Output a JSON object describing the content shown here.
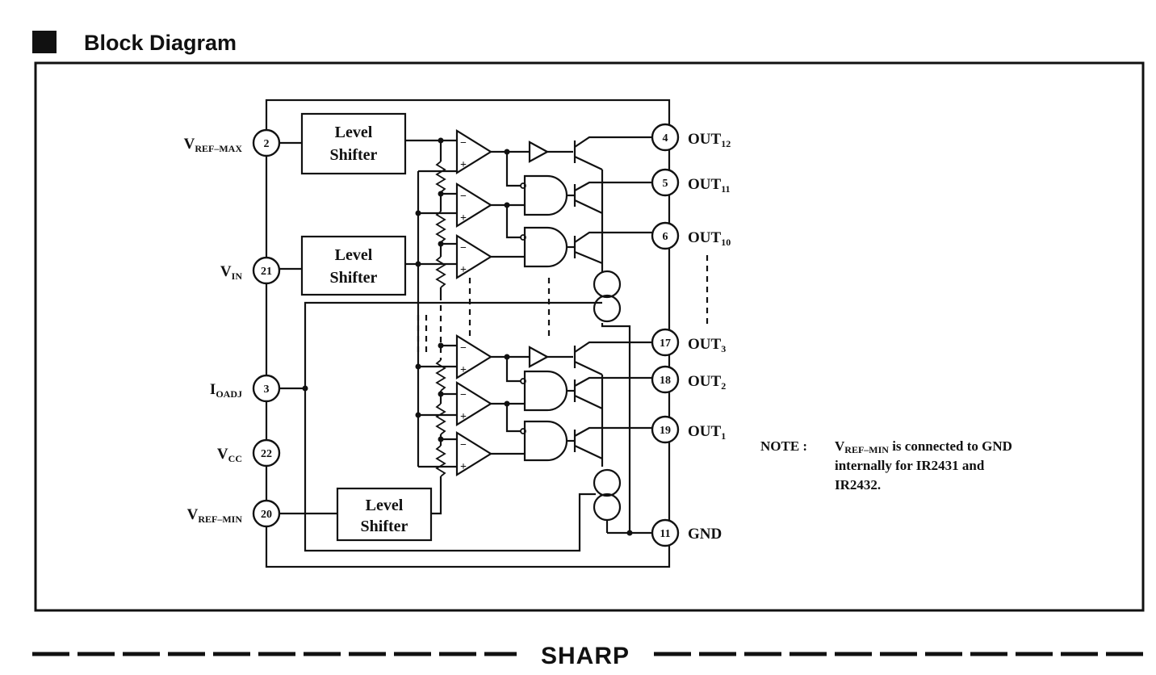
{
  "title": "Block Diagram",
  "pins": {
    "vref_max": {
      "num": "2",
      "name": "V",
      "sub": "REF–MAX"
    },
    "vin": {
      "num": "21",
      "name": "V",
      "sub": "IN"
    },
    "ioadj": {
      "num": "3",
      "name": "I",
      "sub": "OADJ"
    },
    "vcc": {
      "num": "22",
      "name": "V",
      "sub": "CC"
    },
    "vref_min": {
      "num": "20",
      "name": "V",
      "sub": "REF–MIN"
    },
    "out12": {
      "num": "4",
      "name": "OUT",
      "sub": "12"
    },
    "out11": {
      "num": "5",
      "name": "OUT",
      "sub": "11"
    },
    "out10": {
      "num": "6",
      "name": "OUT",
      "sub": "10"
    },
    "out3": {
      "num": "17",
      "name": "OUT",
      "sub": "3"
    },
    "out2": {
      "num": "18",
      "name": "OUT",
      "sub": "2"
    },
    "out1": {
      "num": "19",
      "name": "OUT",
      "sub": "1"
    },
    "gnd": {
      "num": "11",
      "name": "GND",
      "sub": ""
    }
  },
  "level_shifter": {
    "line1": "Level",
    "line2": "Shifter"
  },
  "note": {
    "label": "NOTE :",
    "line1_v": "V",
    "line1_sub": "REF–MIN",
    "line1_rest": " is connected to GND",
    "line2": "internally for IR2431 and",
    "line3": "IR2432."
  },
  "footer": {
    "brand": "SHARP"
  },
  "icon_names": [
    "title-square-icon",
    "comparator-icon",
    "and-gate-icon",
    "buffer-icon",
    "transistor-icon",
    "current-source-icon",
    "resistor-icon"
  ]
}
